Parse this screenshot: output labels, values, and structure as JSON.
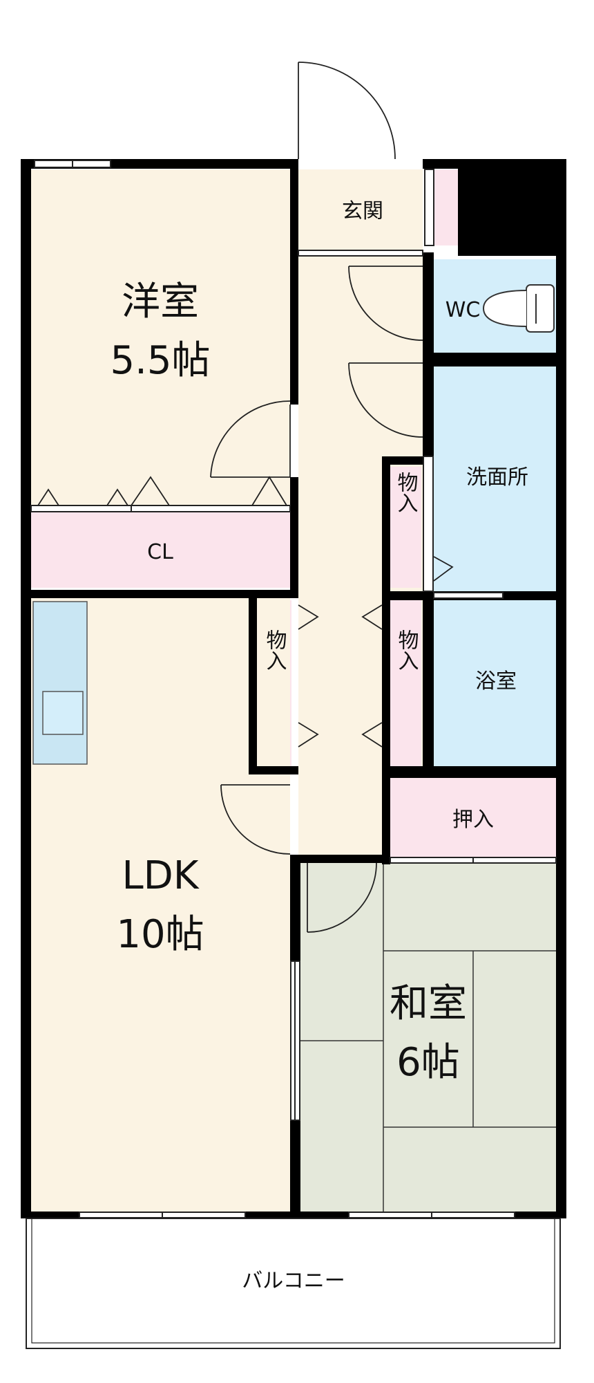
{
  "colors": {
    "wood_floor": "#fbf3e3",
    "closet": "#fbe4ec",
    "water_room": "#d4eefa",
    "tatami": "#e4e8da",
    "wall": "#000000",
    "kitchen_counter": "#c9e6f3"
  },
  "rooms": {
    "western": {
      "name": "洋室",
      "size": "5.5帖"
    },
    "ldk": {
      "name": "LDK",
      "size": "10帖"
    },
    "japanese": {
      "name": "和室",
      "size": "6帖"
    },
    "closet": "CL",
    "entrance": "玄関",
    "toilet": "WC",
    "washroom": "洗面所",
    "bath": "浴室",
    "storage_center": "物入",
    "storage_left": "物入",
    "storage_right": "物入",
    "oshiire": "押入",
    "balcony": "バルコニー"
  }
}
